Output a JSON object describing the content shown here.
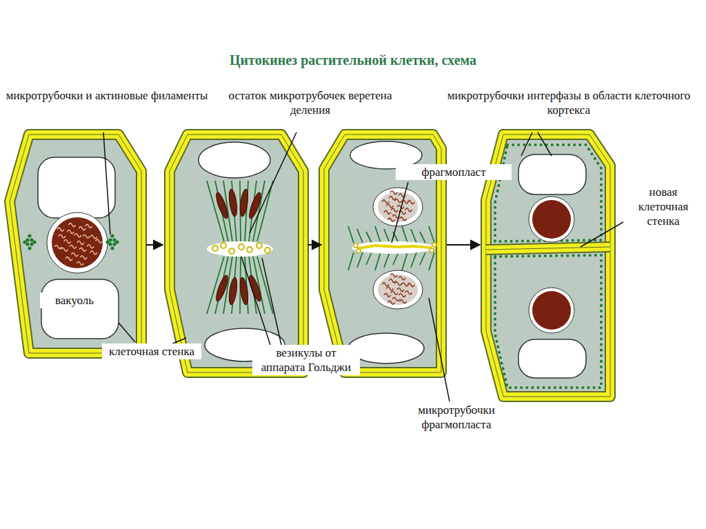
{
  "diagram": {
    "title": "Цитокинез растительной клетки, схема",
    "labels": [
      "микротрубочки и актиновые филаменты",
      "остаток микротрубочек веретена деления",
      "микротрубочки интерфазы в области клеточного кортекса",
      "фрагмопласт",
      "новая клеточная стенка",
      "вакуоль",
      "клеточная стенка",
      "везикулы от аппарата Гольджи",
      "микротрубочки фрагмопласта"
    ]
  }
}
